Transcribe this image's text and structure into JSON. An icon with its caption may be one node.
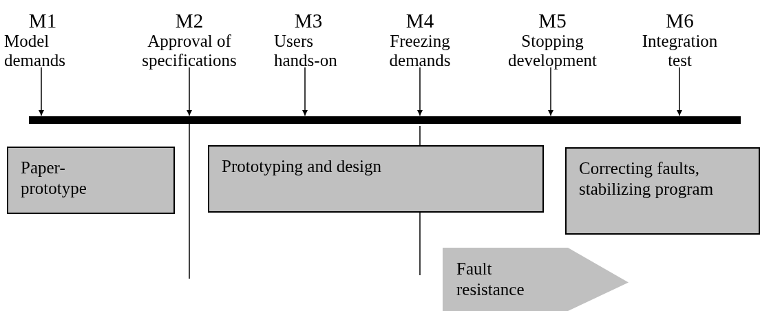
{
  "diagram": {
    "nodes": [
      {
        "text": [
          "M1",
          "Model demands"
        ]
      },
      {
        "text": [
          "M2",
          "Approval of specifications"
        ]
      },
      {
        "text": [
          "M3",
          "Users hands-on"
        ]
      },
      {
        "text": [
          "M4",
          "Freezing demands"
        ]
      },
      {
        "text": [
          "M5",
          "Stopping development"
        ]
      },
      {
        "text": [
          "M6",
          "Integration test"
        ]
      },
      {
        "text": [],
        "shape": "bar"
      },
      {
        "text": [
          "Paper-prototype"
        ]
      },
      {
        "text": [
          "Prototyping and design"
        ]
      },
      {
        "text": [
          "Correcting faults, stabilizing program"
        ]
      },
      {
        "text": [
          "Fault resistance"
        ]
      }
    ],
    "edges": [
      {
        "from": 0,
        "to": 6,
        "arrow": "to"
      },
      {
        "from": 1,
        "to": 6,
        "arrow": "to"
      },
      {
        "from": 2,
        "to": 6,
        "arrow": "to"
      },
      {
        "from": 3,
        "to": 6,
        "arrow": "to"
      },
      {
        "from": 4,
        "to": 6,
        "arrow": "to"
      },
      {
        "from": 5,
        "to": 6,
        "arrow": "to"
      }
    ]
  }
}
